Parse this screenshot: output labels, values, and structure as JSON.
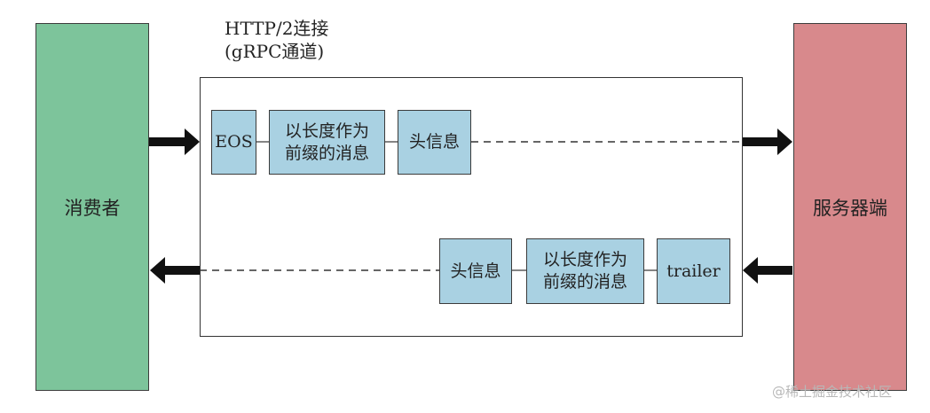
{
  "consumer": {
    "label": "消费者"
  },
  "server": {
    "label": "服务器端"
  },
  "connection": {
    "label_line1": "HTTP/2连接",
    "label_line2": "(gRPC通道)"
  },
  "request_frames": [
    {
      "line1": "EOS",
      "line2": ""
    },
    {
      "line1": "以长度作为",
      "line2": "前缀的消息"
    },
    {
      "line1": "头信息",
      "line2": ""
    }
  ],
  "response_frames": [
    {
      "line1": "头信息",
      "line2": ""
    },
    {
      "line1": "以长度作为",
      "line2": "前缀的消息"
    },
    {
      "line1": "trailer",
      "line2": ""
    }
  ],
  "watermark": "@稀土掘金技术社区"
}
